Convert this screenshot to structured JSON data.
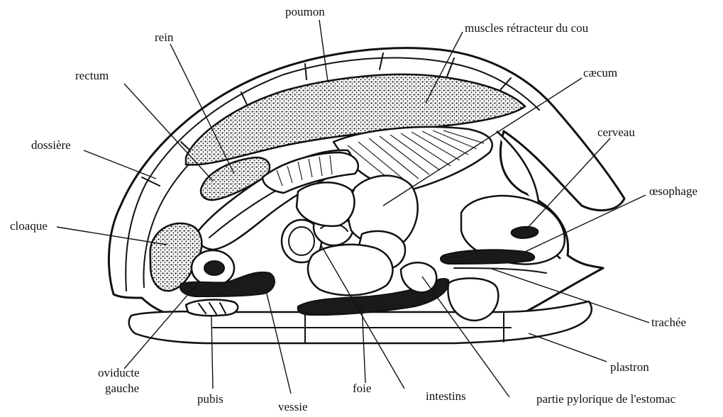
{
  "labels": {
    "poumon": "poumon",
    "muscles": "muscles rétracteur du cou",
    "rein": "rein",
    "rectum": "rectum",
    "caecum": "cæcum",
    "dossiere": "dossière",
    "cerveau": "cerveau",
    "oesophage": "œsophage",
    "cloaque": "cloaque",
    "trachee": "trachée",
    "plastron": "plastron",
    "oviducte_line1": "oviducte",
    "oviducte_line2": "gauche",
    "pubis": "pubis",
    "vessie": "vessie",
    "foie": "foie",
    "intestins": "intestins",
    "pylorique": "partie pylorique de l'estomac"
  }
}
